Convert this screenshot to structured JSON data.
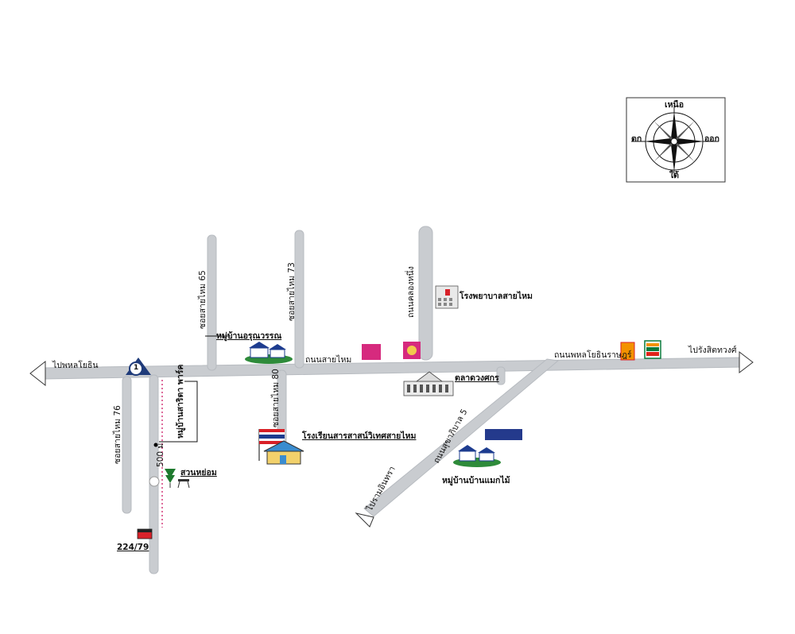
{
  "compass": {
    "north": "เหนือ",
    "south": "ใต้",
    "east": "ออก",
    "west": "ตก"
  },
  "directions": {
    "west": "ไปพหลโยธิน",
    "east": "ไปรังสิตทวงศ์",
    "southeast": "ไปรามอินทรา"
  },
  "roads": {
    "main": "ถนนสายไหม",
    "east_main": "ถนนพหลโยธินราษฎร์",
    "north_hospital": "ถนนคลองหนึ่ง",
    "diagonal": "ถนนสุขาภิบาล 5",
    "soi_65": "ซอยสายไหม 65",
    "soi_73": "ซอยสายไหม 73",
    "soi_80": "ซอยสายไหม 80",
    "soi_76": "ซอยสายไหม 76",
    "soi_mu_ban": "หมู่บ้านสาริตา พาร์ค"
  },
  "places": {
    "village_north": "หมู่บ้านอรุณวรรณ",
    "hospital": "โรงพยาบาลสายไหม",
    "market": "ตลาดวงศกร",
    "school": "โรงเรียนสารสาสน์วิเทศสายไหม",
    "village_southeast": "หมู่บ้านบ้านแมกไม้",
    "park": "สวนหย่อม",
    "destination_address": "224/79",
    "distance": "500 ม.",
    "marker_number": "1"
  },
  "colors": {
    "road": "#c9ccd0",
    "road_edge": "#b7bbc0",
    "marker_triangle": "#1f3b7a",
    "destination": "#d8222a",
    "distance_line": "#d33a7a",
    "pink_sign": "#d62a7e",
    "store_7_eleven_green": "#0a7a3b",
    "store_7_eleven_red": "#e2231a",
    "store_7_eleven_orange": "#f39200",
    "blue_sign": "#243a8c",
    "flag_red": "#d81f26",
    "flag_blue": "#1d3c8f"
  }
}
